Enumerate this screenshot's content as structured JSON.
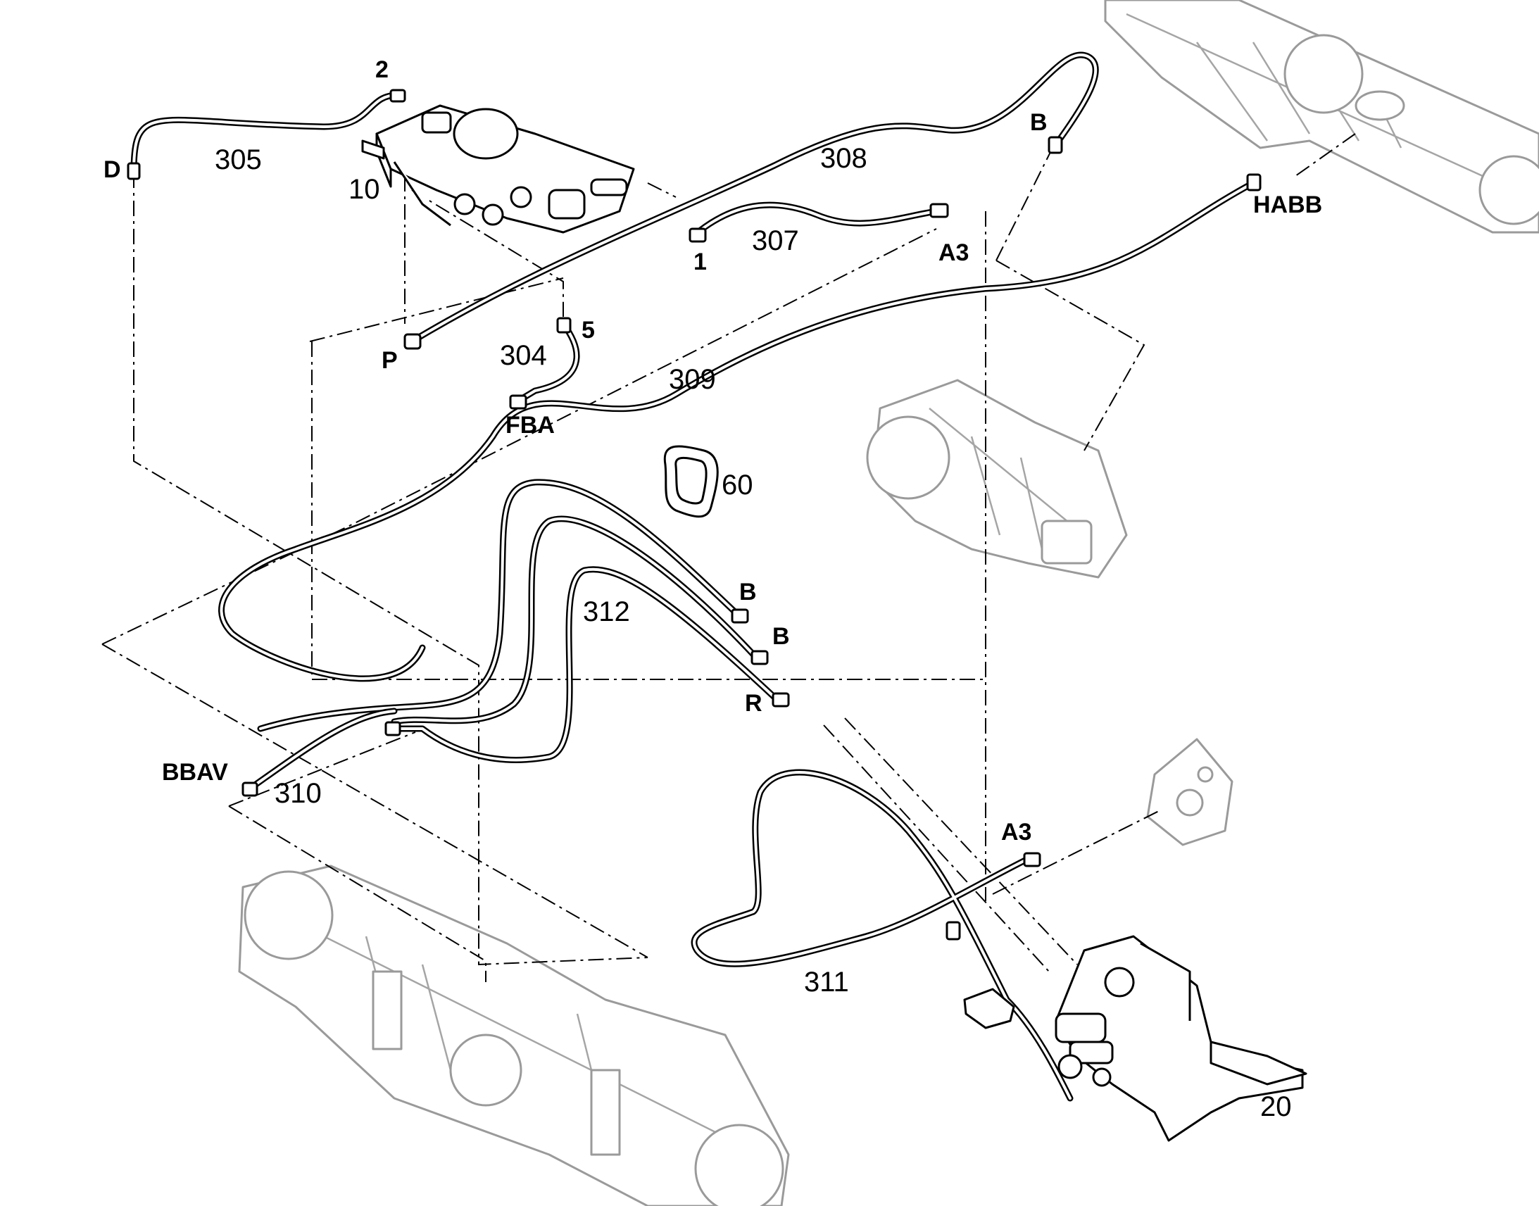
{
  "labels": {
    "part_10": "10",
    "part_20": "20",
    "part_60": "60",
    "hose_304": "304",
    "hose_305": "305",
    "hose_307": "307",
    "hose_308": "308",
    "hose_309": "309",
    "hose_310": "310",
    "hose_311": "311",
    "hose_312": "312",
    "port_2": "2",
    "port_D": "D",
    "port_1": "1",
    "port_A3_top": "A3",
    "port_B_top": "B",
    "port_HABB": "HABB",
    "port_P": "P",
    "port_5": "5",
    "port_FBA": "FBA",
    "port_B_mid1": "B",
    "port_B_mid2": "B",
    "port_R": "R",
    "port_BBAV": "BBAV",
    "port_A3_bottom": "A3"
  },
  "colors": {
    "line": "#000000",
    "background": "#ffffff",
    "ghost_component": "#9a9a9a"
  },
  "icons": {
    "valve_block": "brake-valve-block-icon",
    "pedal": "brake-pedal-icon",
    "seal_ring": "seal-ring-icon",
    "rear_axle": "rear-axle-icon",
    "front_axle": "front-axle-icon",
    "pump": "hydraulic-pump-icon",
    "gearbox_cover": "gearbox-cover-icon"
  }
}
